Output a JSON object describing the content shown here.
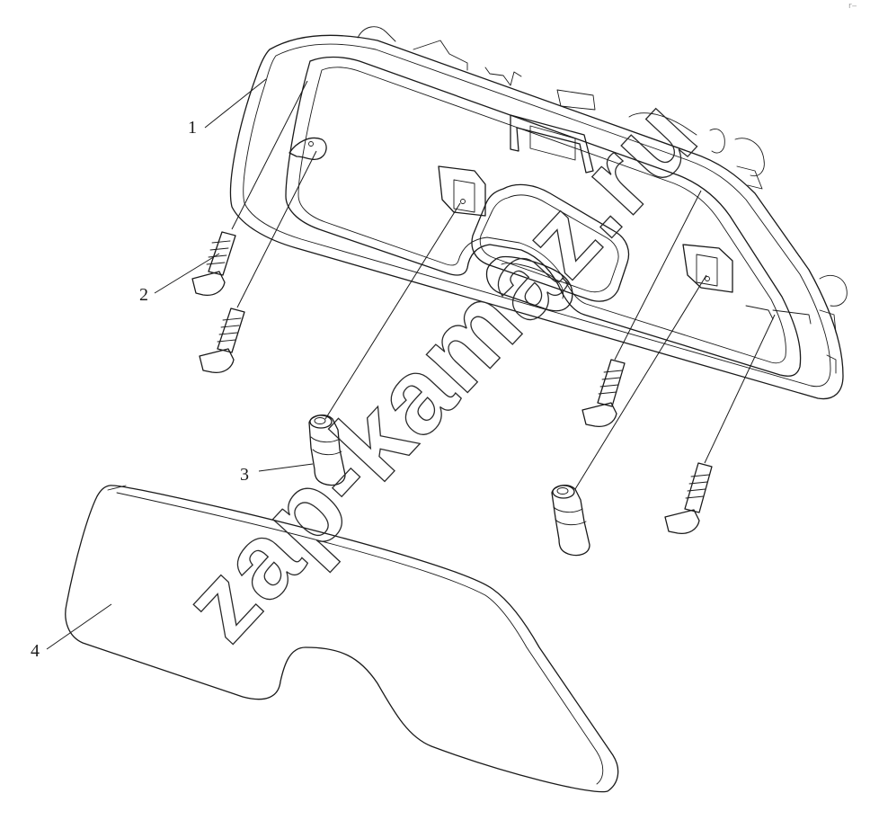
{
  "callouts": {
    "c1": "1",
    "c2": "2",
    "c3": "3",
    "c4": "4"
  },
  "watermark": "zap-kamaz.ru",
  "corner_mark": "r‒"
}
